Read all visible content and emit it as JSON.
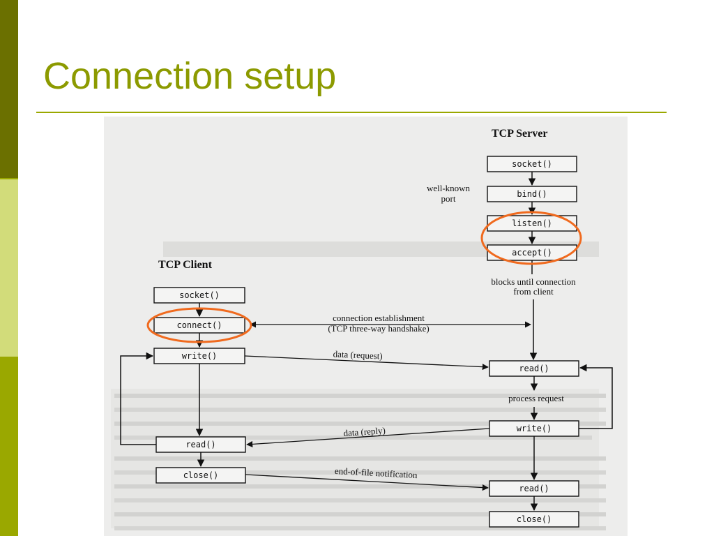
{
  "slide": {
    "title": "Connection setup"
  },
  "sidebar": {
    "colors": [
      "#6b7000",
      "#9aa800",
      "#d2dc7a",
      "#9aa800"
    ]
  },
  "colors": {
    "title": "#8c9a00",
    "rule": "#9aa800",
    "highlight_circle": "#f06a1e",
    "scan_background": "#ededec"
  },
  "diagram": {
    "server_heading": "TCP Server",
    "client_heading": "TCP Client",
    "server_calls": {
      "socket": "socket()",
      "bind": "bind()",
      "listen": "listen()",
      "accept": "accept()",
      "read": "read()",
      "write": "write()",
      "read2": "read()",
      "close": "close()"
    },
    "client_calls": {
      "socket": "socket()",
      "connect": "connect()",
      "write": "write()",
      "read": "read()",
      "close": "close()"
    },
    "labels": {
      "well_known_1": "well-known",
      "well_known_2": "port",
      "blocks_1": "blocks until connection",
      "blocks_2": "from client",
      "conn_est_1": "connection establishment",
      "conn_est_2": "(TCP three-way handshake)",
      "data_request": "data (request)",
      "process_request": "process request",
      "data_reply": "data (reply)",
      "eof": "end-of-file notification"
    },
    "highlighted": [
      "listen()",
      "accept()",
      "connect()"
    ]
  }
}
